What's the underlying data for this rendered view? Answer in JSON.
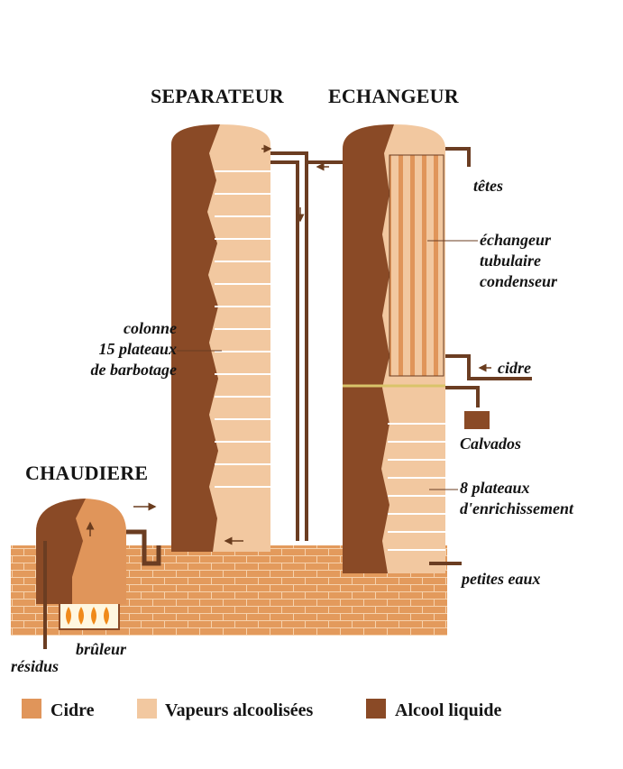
{
  "headings": {
    "separateur": "SEPARATEUR",
    "echangeur": "ECHANGEUR",
    "chaudiere": "CHAUDIERE"
  },
  "labels": {
    "tetes": "têtes",
    "echangeur_1": "échangeur",
    "echangeur_2": "tubulaire",
    "echangeur_3": "condenseur",
    "colonne_1": "colonne",
    "colonne_2": "15 plateaux",
    "colonne_3": "de barbotage",
    "cidre": "cidre",
    "calvados": "Calvados",
    "plateaux_1": "8 plateaux",
    "plateaux_2": "d'enrichissement",
    "petites_eaux": "petites eaux",
    "residus": "résidus",
    "bruleur": "brûleur"
  },
  "legend": [
    {
      "label": "Cidre",
      "color": "#e0955a"
    },
    {
      "label": "Vapeurs alcoolisées",
      "color": "#f2c8a0"
    },
    {
      "label": "Alcool liquide",
      "color": "#8a4a26"
    }
  ],
  "colors": {
    "cidre": "#e0955a",
    "vapeurs": "#f2c8a0",
    "alcool": "#8a4a26",
    "wall": "#6b3d22",
    "flame": "#f08a1a"
  }
}
